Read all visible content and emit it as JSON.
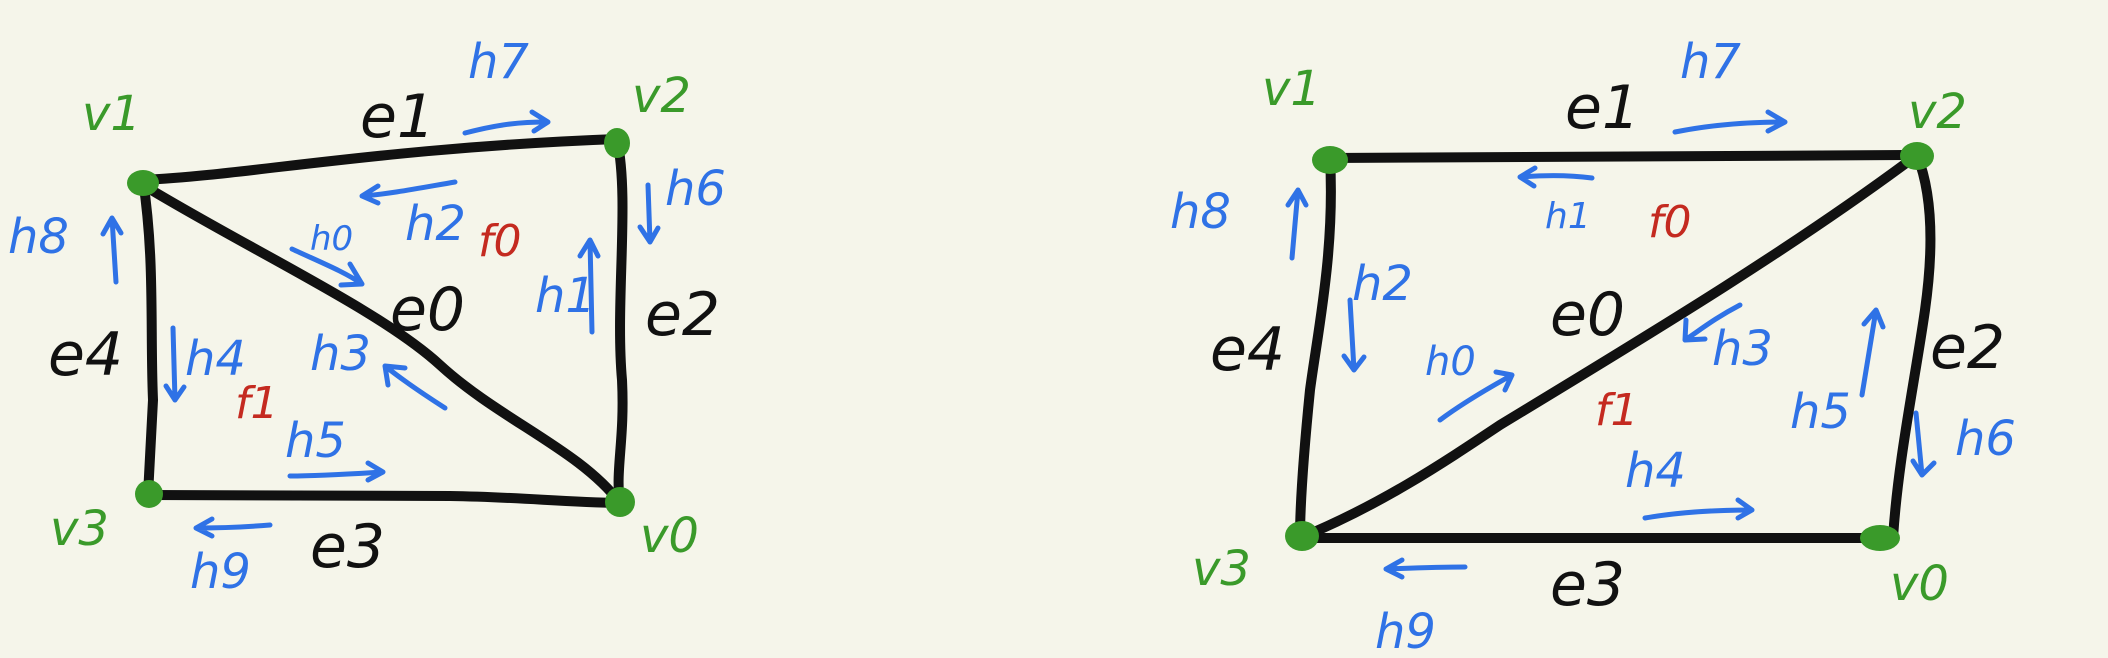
{
  "diagrams": [
    {
      "vertices": [
        "v0",
        "v1",
        "v2",
        "v3"
      ],
      "edges": [
        "e0",
        "e1",
        "e2",
        "e3",
        "e4"
      ],
      "half_edges": [
        "h0",
        "h1",
        "h2",
        "h3",
        "h4",
        "h5",
        "h6",
        "h7",
        "h8",
        "h9"
      ],
      "faces": [
        "f0",
        "f1"
      ]
    },
    {
      "vertices": [
        "v0",
        "v1",
        "v2",
        "v3"
      ],
      "edges": [
        "e0",
        "e1",
        "e2",
        "e3",
        "e4"
      ],
      "half_edges": [
        "h0",
        "h1",
        "h2",
        "h3",
        "h4",
        "h5",
        "h6",
        "h7",
        "h8",
        "h9"
      ],
      "faces": [
        "f0",
        "f1"
      ]
    }
  ],
  "colors": {
    "background": "#f5f5ea",
    "vertex": "#3a9a2a",
    "edge": "#111111",
    "half_edge": "#2f72e6",
    "face": "#c42a20"
  }
}
